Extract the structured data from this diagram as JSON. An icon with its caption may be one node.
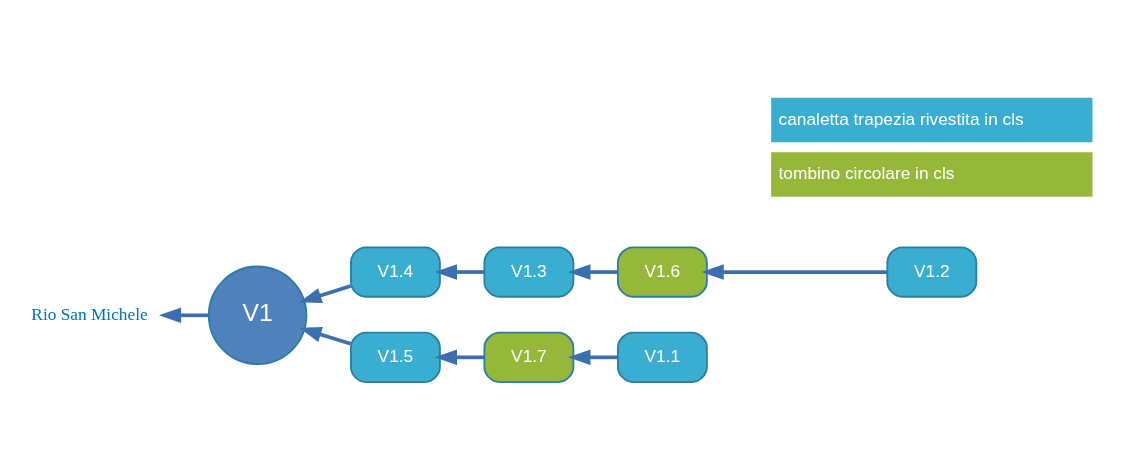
{
  "diagram": {
    "nodes": [
      {
        "text": [
          "V1.5"
        ]
      },
      {
        "text": [
          "V1.7"
        ]
      },
      {
        "text": [
          "V1.1"
        ]
      },
      {
        "text": [
          "V1"
        ]
      },
      {
        "text": [
          "Rio San Michele"
        ]
      },
      {
        "text": [
          "V1.4"
        ]
      },
      {
        "text": [
          "V1.3"
        ]
      },
      {
        "text": [
          "V1.6"
        ]
      },
      {
        "text": [
          "V1.2"
        ]
      }
    ],
    "edges": [
      {
        "from": 2,
        "to": 1,
        "arrow": "to"
      },
      {
        "from": 1,
        "to": 0,
        "arrow": "to"
      },
      {
        "from": 0,
        "to": 3,
        "arrow": "to"
      },
      {
        "from": 8,
        "to": 7,
        "arrow": "to"
      },
      {
        "from": 7,
        "to": 6,
        "arrow": "to"
      },
      {
        "from": 6,
        "to": 5,
        "arrow": "to"
      },
      {
        "from": 5,
        "to": 3,
        "arrow": "to"
      },
      {
        "from": 3,
        "to": 4,
        "arrow": "to"
      }
    ],
    "legend": [
      {
        "text": "canaletta trapezia rivestita in cls",
        "color": "#3aaed0"
      },
      {
        "text": "tombino circolare in cls",
        "color": "#95b83a"
      }
    ]
  }
}
